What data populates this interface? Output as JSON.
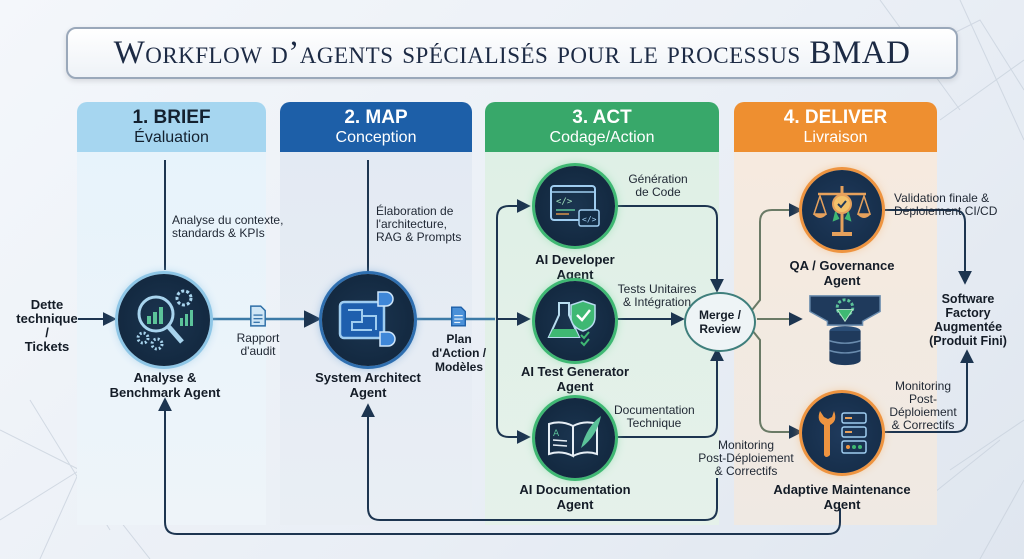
{
  "title": "Workflow d’agents spécialisés pour le processus BMAD",
  "colors": {
    "brief": "#a8d8f0",
    "map": "#1d5fa8",
    "act": "#3aaa6a",
    "deliver": "#ee8f30",
    "dark_node": "#13283f",
    "arrow": "#1d3550"
  },
  "phases": [
    {
      "title": "1. BRIEF",
      "subtitle": "Évaluation"
    },
    {
      "title": "2. MAP",
      "subtitle": "Conception"
    },
    {
      "title": "3. ACT",
      "subtitle": "Codage/Action"
    },
    {
      "title": "4. DELIVER",
      "subtitle": "Livraison"
    }
  ],
  "input": {
    "label_lines": [
      "Dette",
      "technique /",
      "Tickets"
    ]
  },
  "agents": {
    "analyse": {
      "name_lines": [
        "Analyse &",
        "Benchmark Agent"
      ],
      "icon": "magnifier-chart-gears-icon"
    },
    "architect": {
      "name_lines": [
        "System Architect",
        "Agent"
      ],
      "icon": "blueprint-icon"
    },
    "developer": {
      "name_lines": [
        "AI Developer",
        "Agent"
      ],
      "icon": "code-window-icon"
    },
    "test": {
      "name_lines": [
        "AI Test Generator",
        "Agent"
      ],
      "icon": "flask-shield-icon"
    },
    "doc": {
      "name_lines": [
        "AI Documentation",
        "Agent"
      ],
      "icon": "book-quill-icon"
    },
    "qa": {
      "name_lines": [
        "QA / Governance",
        "Agent"
      ],
      "icon": "scales-badge-icon"
    },
    "maintenance": {
      "name_lines": [
        "Adaptive Maintenance",
        "Agent"
      ],
      "icon": "wrench-server-icon"
    }
  },
  "annotations": {
    "analyse_context": [
      "Analyse du contexte,",
      "standards & KPIs"
    ],
    "architect_elab": [
      "Élaboration de",
      "l'architecture,",
      "RAG & Prompts"
    ],
    "rapport": [
      "Rapport",
      "d'audit"
    ],
    "plan": [
      "Plan",
      "d'Action /",
      "Modèles"
    ],
    "gen_code": [
      "Génération",
      "de Code"
    ],
    "tests": [
      "Tests Unitaires",
      "& Intégration"
    ],
    "doc_tech": [
      "Documentation",
      "Technique"
    ],
    "merge": [
      "Merge /",
      "Review"
    ],
    "monitoring_left": [
      "Monitoring",
      "Post-Déploiement",
      "& Correctifs"
    ],
    "validation": [
      "Validation finale &",
      "Déploiement CI/CD"
    ],
    "monitoring_right": [
      "Monitoring",
      "Post-",
      "Déploiement",
      "& Correctifs"
    ],
    "output": [
      "Software",
      "Factory",
      "Augmentée",
      "(Produit Fini)"
    ]
  },
  "deploy_icon": "gear-database-funnel-icon",
  "doc_icon": "document-icon"
}
